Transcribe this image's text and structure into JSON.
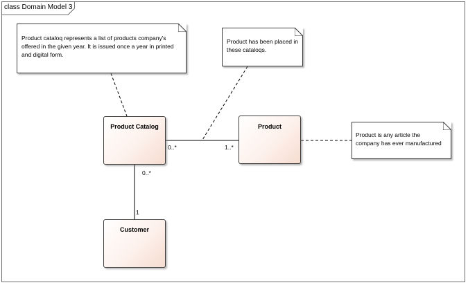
{
  "frame": {
    "label": "class Domain Model 3"
  },
  "classes": {
    "product_catalog": "Product Catalog",
    "product": "Product",
    "customer": "Customer"
  },
  "notes": {
    "catalog_note": "Product cataloq represents a list of products company's\noffered in the given year.  It is issued once a year in printed\nand digital form.",
    "placed_note": "Product has been placed in\nthese cataloqs.",
    "product_note": "Product is any article the\ncompany has ever manufactured"
  },
  "multiplicities": {
    "catalog_product_catalog_end": "0..*",
    "catalog_product_product_end": "1..*",
    "catalog_customer_catalog_end": "0..*",
    "catalog_customer_customer_end": "1"
  },
  "colors": {
    "class_fill_light": "#ffffff",
    "class_fill_dark": "#f6dcd0",
    "border": "#3c3c3c",
    "frame_border": "#6d6d6d"
  }
}
